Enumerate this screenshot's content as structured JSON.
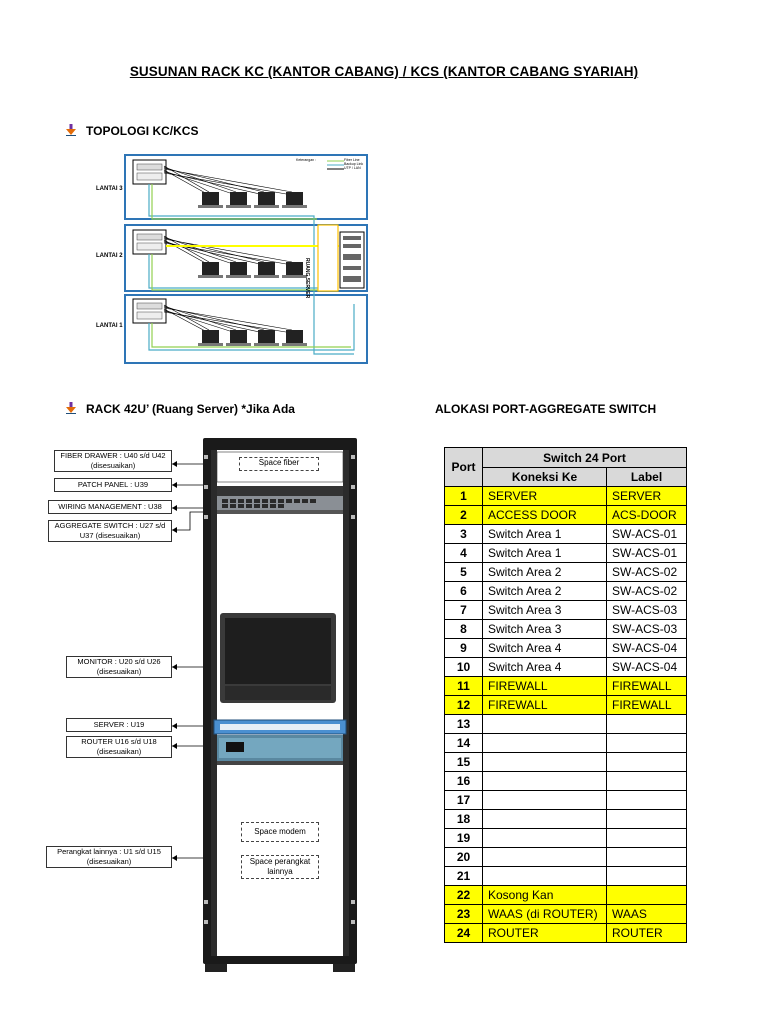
{
  "title": "SUSUNAN RACK KC (KANTOR CABANG) / KCS (KANTOR CABANG SYARIAH)",
  "topology": {
    "heading": "TOPOLOGI KC/KCS",
    "floors": [
      "LANTAI 3",
      "LANTAI 2",
      "LANTAI 1"
    ],
    "server_room": "RUANG SERVER",
    "legend_title": "Keterangan :",
    "legend": [
      "Fiber Line",
      "Backup Link",
      "UTP / LAN"
    ],
    "colors": {
      "frame": "#1f4e79",
      "fiber": "#92d050",
      "backup": "#4bacc6",
      "utp": "#000000",
      "yellow_link": "#ffff00"
    }
  },
  "rack": {
    "heading": "RACK 42U’ (Ruang Server) *Jika Ada",
    "labels": {
      "fiber": "FIBER DRAWER : U40 s/d U42 (disesuaikan)",
      "patch": "PATCH PANEL : U39",
      "wiring": "WIRING MANAGEMENT : U38",
      "aggregate": "AGGREGATE SWITCH : U27 s/d U37 (disesuaikan)",
      "monitor": "MONITOR : U20 s/d U26 (disesuaikan)",
      "server": "SERVER : U19",
      "router": "ROUTER U16 s/d U18 (disesuaikan)",
      "other": "Perangkat lainnya : U1 s/d U15 (disesuaikan)"
    },
    "spaces": {
      "fiber": "Space fiber",
      "modem": "Space modem",
      "other": "Space perangkat lainnya"
    }
  },
  "port_table": {
    "heading": "ALOKASI PORT-AGGREGATE SWITCH",
    "col_port": "Port",
    "group_header": "Switch 24 Port",
    "col_connect": "Koneksi Ke",
    "col_label": "Label",
    "highlight_color": "#ffff00",
    "rows": [
      {
        "port": "1",
        "connect": "SERVER",
        "label": "SERVER",
        "hl": true
      },
      {
        "port": "2",
        "connect": "ACCESS DOOR",
        "label": "ACS-DOOR",
        "hl": true
      },
      {
        "port": "3",
        "connect": "Switch Area 1",
        "label": "SW-ACS-01",
        "hl": false
      },
      {
        "port": "4",
        "connect": "Switch Area 1",
        "label": "SW-ACS-01",
        "hl": false
      },
      {
        "port": "5",
        "connect": "Switch Area 2",
        "label": "SW-ACS-02",
        "hl": false
      },
      {
        "port": "6",
        "connect": "Switch Area 2",
        "label": "SW-ACS-02",
        "hl": false
      },
      {
        "port": "7",
        "connect": "Switch Area 3",
        "label": "SW-ACS-03",
        "hl": false
      },
      {
        "port": "8",
        "connect": "Switch Area 3",
        "label": "SW-ACS-03",
        "hl": false
      },
      {
        "port": "9",
        "connect": "Switch Area 4",
        "label": "SW-ACS-04",
        "hl": false
      },
      {
        "port": "10",
        "connect": "Switch Area 4",
        "label": "SW-ACS-04",
        "hl": false
      },
      {
        "port": "11",
        "connect": "FIREWALL",
        "label": "FIREWALL",
        "hl": true
      },
      {
        "port": "12",
        "connect": "FIREWALL",
        "label": "FIREWALL",
        "hl": true
      },
      {
        "port": "13",
        "connect": "",
        "label": "",
        "hl": false
      },
      {
        "port": "14",
        "connect": "",
        "label": "",
        "hl": false
      },
      {
        "port": "15",
        "connect": "",
        "label": "",
        "hl": false
      },
      {
        "port": "16",
        "connect": "",
        "label": "",
        "hl": false
      },
      {
        "port": "17",
        "connect": "",
        "label": "",
        "hl": false
      },
      {
        "port": "18",
        "connect": "",
        "label": "",
        "hl": false
      },
      {
        "port": "19",
        "connect": "",
        "label": "",
        "hl": false
      },
      {
        "port": "20",
        "connect": "",
        "label": "",
        "hl": false
      },
      {
        "port": "21",
        "connect": "",
        "label": "",
        "hl": false
      },
      {
        "port": "22",
        "connect": "Kosong Kan",
        "label": "",
        "hl": true
      },
      {
        "port": "23",
        "connect": "WAAS (di ROUTER)",
        "label": "WAAS",
        "hl": true
      },
      {
        "port": "24",
        "connect": "ROUTER",
        "label": "ROUTER",
        "hl": true
      }
    ]
  }
}
